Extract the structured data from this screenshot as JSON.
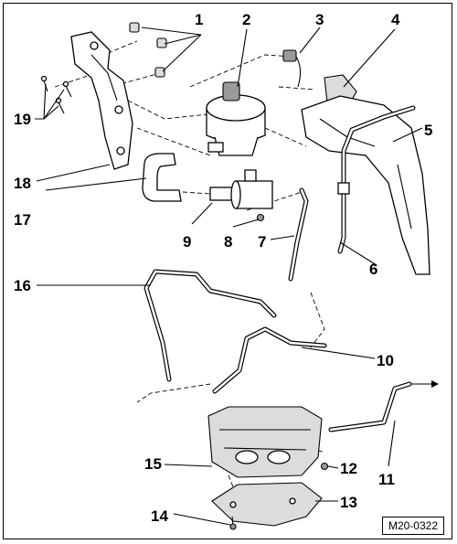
{
  "figure_ref": "M20-0322",
  "callouts": [
    "1",
    "2",
    "3",
    "4",
    "5",
    "6",
    "7",
    "8",
    "9",
    "10",
    "11",
    "12",
    "13",
    "14",
    "15",
    "16",
    "17",
    "18",
    "19"
  ]
}
